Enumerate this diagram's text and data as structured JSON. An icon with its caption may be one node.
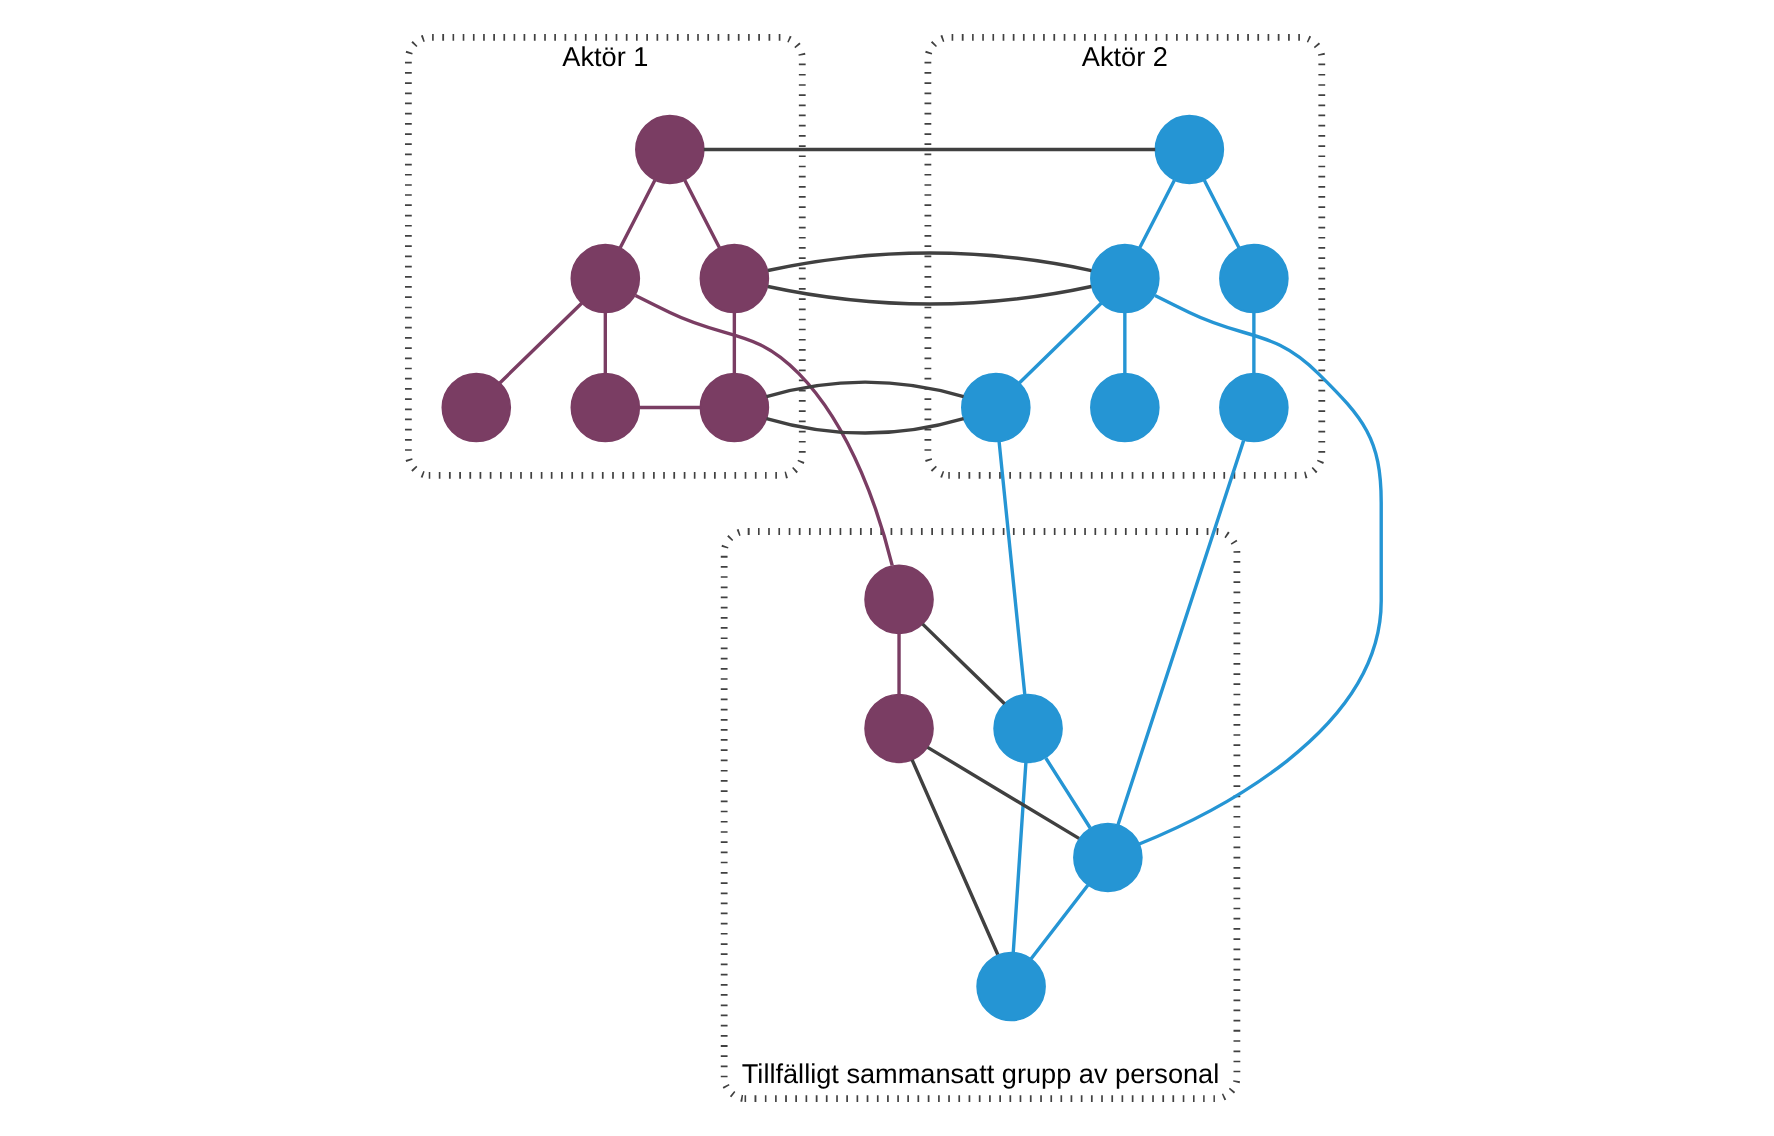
{
  "diagram": {
    "nodes": [
      {
        "text": [
          "Aktör 1"
        ]
      },
      {
        "text": [],
        "shape": "circle",
        "in": 0
      },
      {
        "text": [],
        "shape": "circle",
        "in": 0
      },
      {
        "text": [],
        "shape": "circle",
        "in": 0
      },
      {
        "text": [],
        "shape": "circle",
        "in": 0
      },
      {
        "text": [],
        "shape": "circle",
        "in": 0
      },
      {
        "text": [],
        "shape": "circle",
        "in": 0
      },
      {
        "text": [
          "Aktör 2"
        ]
      },
      {
        "text": [],
        "shape": "circle",
        "in": 7
      },
      {
        "text": [],
        "shape": "circle",
        "in": 7
      },
      {
        "text": [],
        "shape": "circle",
        "in": 7
      },
      {
        "text": [],
        "shape": "circle",
        "in": 7
      },
      {
        "text": [],
        "shape": "circle",
        "in": 7
      },
      {
        "text": [],
        "shape": "circle",
        "in": 7
      },
      {
        "text": [
          "Tillfälligt sammansatt grupp av personal"
        ]
      },
      {
        "text": [],
        "shape": "circle",
        "in": 14
      },
      {
        "text": [],
        "shape": "circle",
        "in": 14
      },
      {
        "text": [],
        "shape": "circle",
        "in": 14
      },
      {
        "text": [],
        "shape": "circle",
        "in": 14
      },
      {
        "text": [],
        "shape": "circle",
        "in": 14
      }
    ],
    "edges": [
      {
        "from": 1,
        "to": 2,
        "arrow": "none",
        "color": "#7a3d63"
      },
      {
        "from": 1,
        "to": 3,
        "arrow": "none",
        "color": "#7a3d63"
      },
      {
        "from": 2,
        "to": 4,
        "arrow": "none",
        "color": "#7a3d63"
      },
      {
        "from": 2,
        "to": 5,
        "arrow": "none",
        "color": "#7a3d63"
      },
      {
        "from": 3,
        "to": 6,
        "arrow": "none",
        "color": "#7a3d63"
      },
      {
        "from": 5,
        "to": 6,
        "arrow": "none",
        "color": "#7a3d63"
      },
      {
        "from": 8,
        "to": 9,
        "arrow": "none",
        "color": "#2595d4"
      },
      {
        "from": 8,
        "to": 10,
        "arrow": "none",
        "color": "#2595d4"
      },
      {
        "from": 9,
        "to": 11,
        "arrow": "none",
        "color": "#2595d4"
      },
      {
        "from": 9,
        "to": 12,
        "arrow": "none",
        "color": "#2595d4"
      },
      {
        "from": 10,
        "to": 13,
        "arrow": "none",
        "color": "#2595d4"
      },
      {
        "from": 1,
        "to": 8,
        "arrow": "none",
        "color": "#404040"
      },
      {
        "from": 3,
        "to": 9,
        "arrow": "none",
        "color": "#404040"
      },
      {
        "from": 6,
        "to": 11,
        "arrow": "none",
        "color": "#404040"
      },
      {
        "from": 2,
        "to": 16,
        "arrow": "none",
        "color": "#7a3d63"
      },
      {
        "from": 11,
        "to": 15,
        "arrow": "none",
        "color": "#2595d4"
      },
      {
        "from": 9,
        "to": 17,
        "arrow": "none",
        "color": "#2595d4"
      },
      {
        "from": 13,
        "to": 17,
        "arrow": "none",
        "color": "#2595d4"
      },
      {
        "from": 16,
        "to": 15,
        "arrow": "none",
        "color": "#404040"
      },
      {
        "from": 16,
        "to": 18,
        "arrow": "none",
        "color": "#7a3d63"
      },
      {
        "from": 15,
        "to": 17,
        "arrow": "none",
        "color": "#2595d4"
      },
      {
        "from": 15,
        "to": 19,
        "arrow": "none",
        "color": "#2595d4"
      },
      {
        "from": 18,
        "to": 17,
        "arrow": "none",
        "color": "#404040"
      },
      {
        "from": 18,
        "to": 19,
        "arrow": "none",
        "color": "#404040"
      },
      {
        "from": 17,
        "to": 19,
        "arrow": "none",
        "color": "#2595d4"
      }
    ]
  }
}
